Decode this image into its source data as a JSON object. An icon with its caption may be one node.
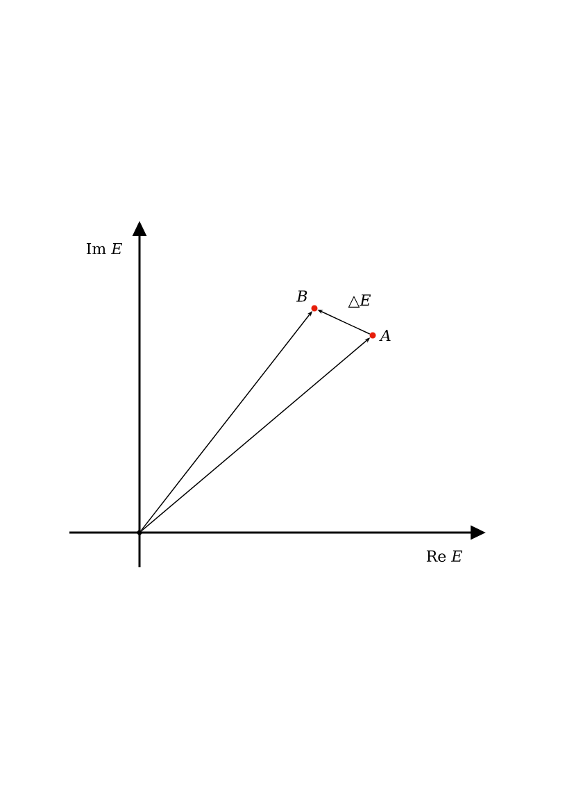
{
  "diagram": {
    "nodes": [
      {
        "text": [],
        "shape": "point"
      },
      {
        "text": [
          "B"
        ]
      },
      {
        "text": [
          "A"
        ]
      }
    ],
    "edges": [
      {
        "from": 0,
        "to": 2,
        "arrow": "to"
      },
      {
        "from": 0,
        "to": 1,
        "arrow": "to"
      },
      {
        "from": 2,
        "to": 1,
        "arrow": "to",
        "label": "△*E*"
      }
    ],
    "labels": [
      "Im *E*",
      "Re *E*"
    ]
  }
}
